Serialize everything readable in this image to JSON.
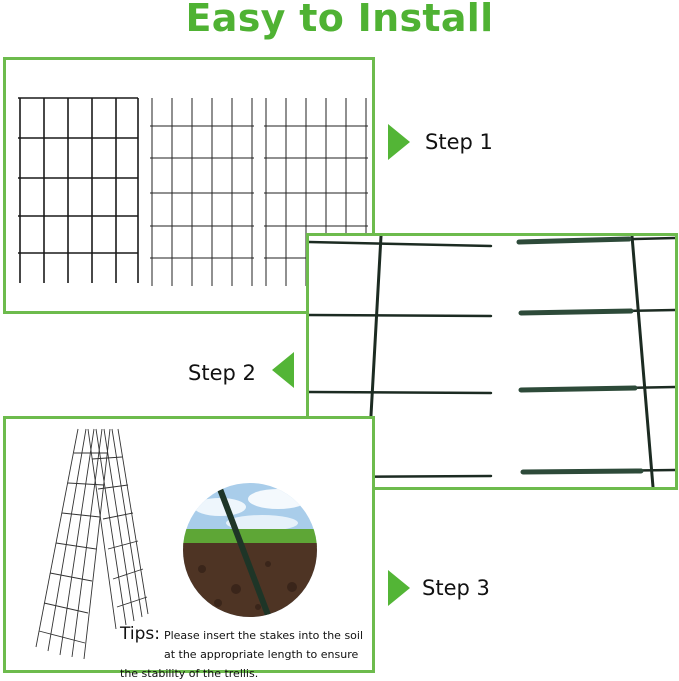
{
  "title": "Easy to Install",
  "steps": [
    {
      "label": "Step 1"
    },
    {
      "label": "Step 2"
    },
    {
      "label": "Step 3"
    }
  ],
  "tips": {
    "heading": "Tips:",
    "text": "Please insert the stakes into the soil at the appropriate length to ensure the stability of the trellis."
  },
  "colors": {
    "accent": "#4fb233",
    "panel_border": "#6dbb4d",
    "grid_wire": "#1c2b22"
  }
}
